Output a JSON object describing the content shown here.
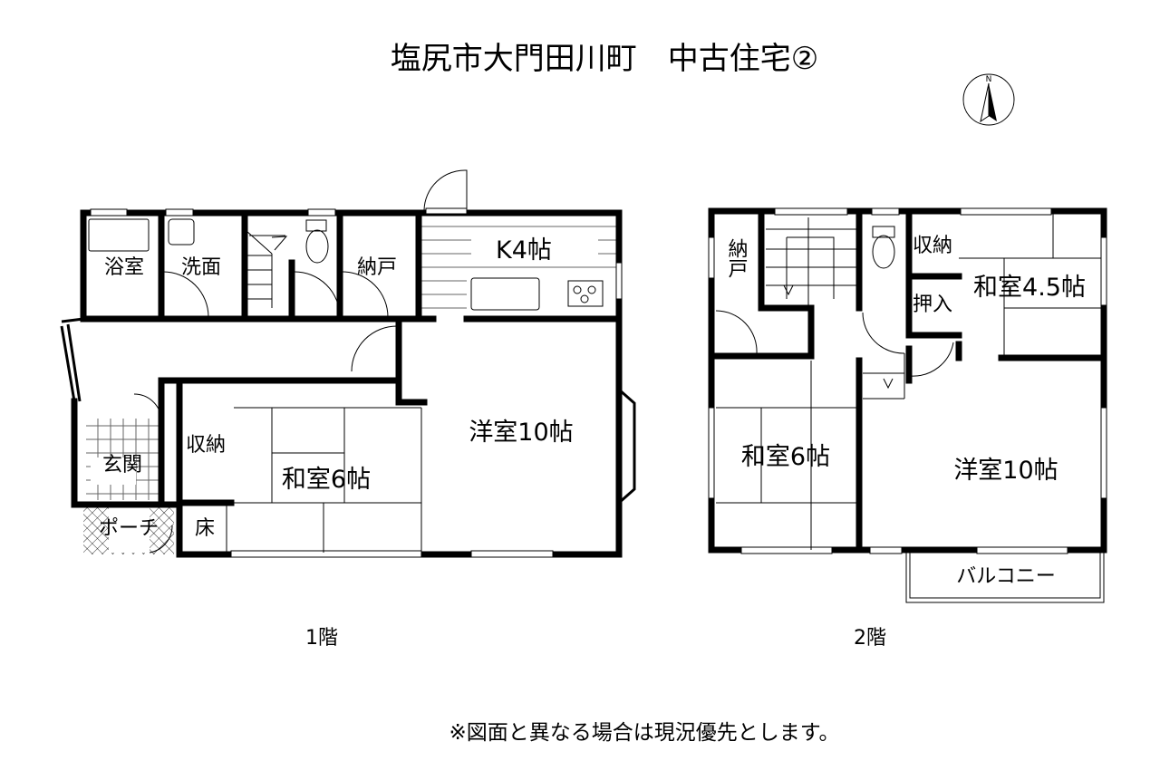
{
  "title": "塩尻市大門田川町　中古住宅②",
  "compass": {
    "label": "N"
  },
  "floor1": {
    "label": "1階",
    "rooms": {
      "bath": "浴室",
      "washroom": "洗面",
      "closet": "納戸",
      "kitchen": "K4帖",
      "western": "洋室10帖",
      "storage": "収納",
      "japanese": "和室6帖",
      "entrance": "玄関",
      "porch": "ポーチ",
      "alcove": "床"
    }
  },
  "floor2": {
    "label": "2階",
    "rooms": {
      "closet": "納戸",
      "storage": "収納",
      "oshiire": "押入",
      "japanese45": "和室4.5帖",
      "japanese6": "和室6帖",
      "western": "洋室10帖",
      "balcony": "バルコニー"
    }
  },
  "note": "※図面と異なる場合は現況優先とします。"
}
